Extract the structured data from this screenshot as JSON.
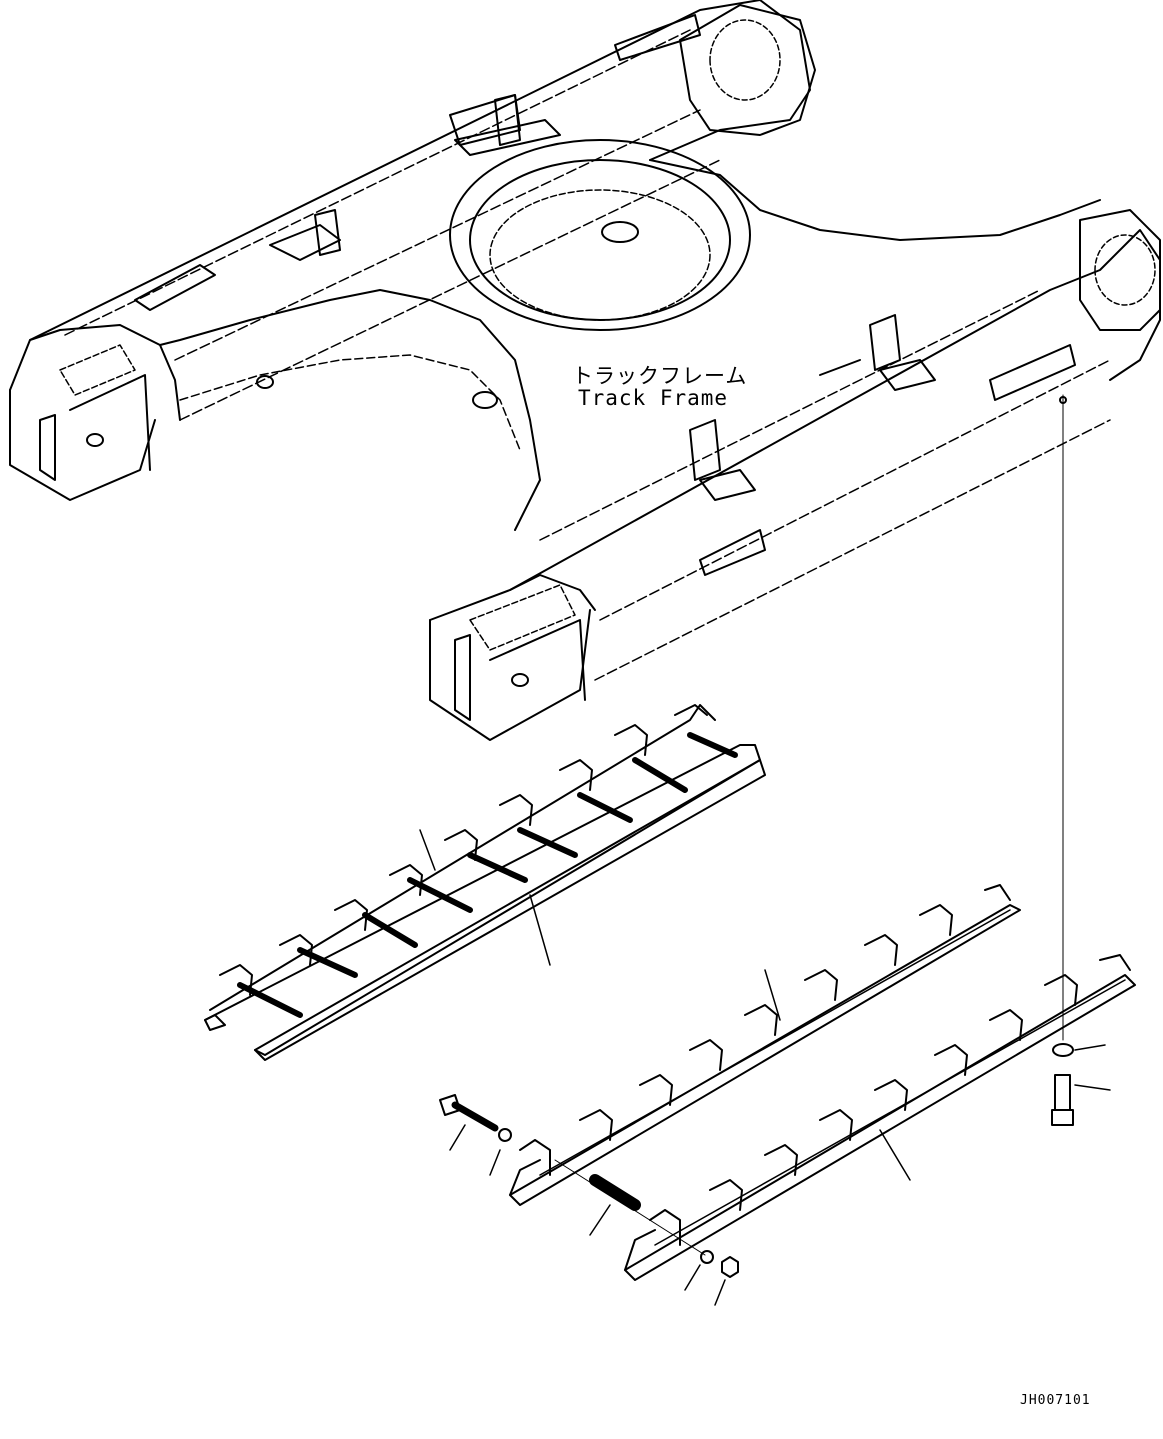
{
  "diagram": {
    "callout_label_jp": "トラックフレーム",
    "callout_label_en": "Track Frame",
    "drawing_id": "JH007101"
  },
  "colors": {
    "line": "#000000",
    "background": "#ffffff"
  }
}
